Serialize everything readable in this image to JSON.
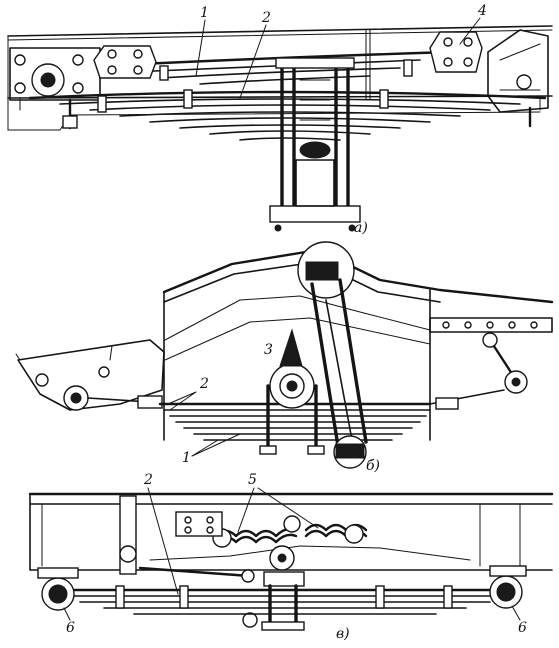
{
  "callouts": {
    "a_1": "1",
    "a_2": "2",
    "a_4": "4",
    "b_3": "3",
    "b_2": "2",
    "b_1": "1",
    "c_2": "2",
    "c_5": "5",
    "c_6_left": "6",
    "c_6_right": "6"
  },
  "captions": {
    "a": "а)",
    "b": "б)",
    "c": "в)"
  }
}
